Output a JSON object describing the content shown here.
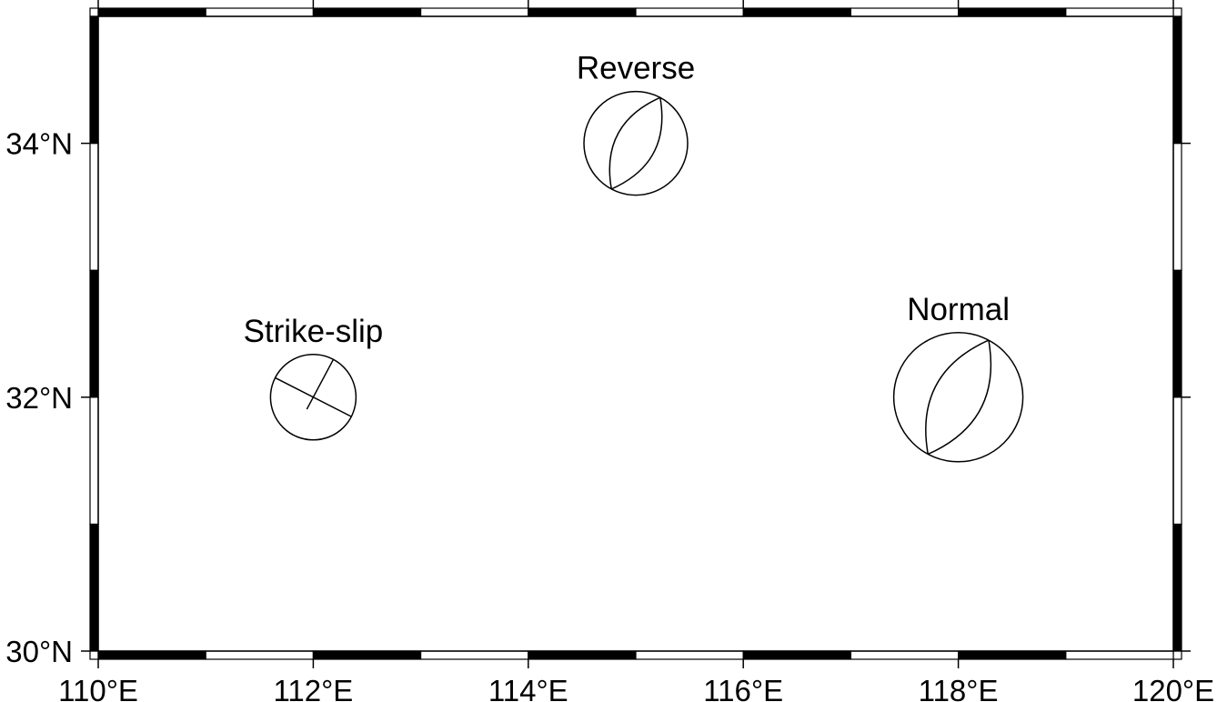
{
  "map": {
    "region": {
      "lon_min": 110,
      "lon_max": 120,
      "lat_min": 30,
      "lat_max": 35
    },
    "frame": {
      "fill_color": "#000000",
      "background": "#ffffff",
      "style": "fancy checkerboard"
    },
    "frame_interval_degrees": 1,
    "x_ticks": [
      {
        "lon": 110,
        "label": "110°E"
      },
      {
        "lon": 112,
        "label": "112°E"
      },
      {
        "lon": 114,
        "label": "114°E"
      },
      {
        "lon": 116,
        "label": "116°E"
      },
      {
        "lon": 118,
        "label": "118°E"
      },
      {
        "lon": 120,
        "label": "120°E"
      }
    ],
    "y_ticks": [
      {
        "lat": 30,
        "label": "30°N"
      },
      {
        "lat": 32,
        "label": "32°N"
      },
      {
        "lat": 34,
        "label": "34°N"
      }
    ],
    "beachballs": [
      {
        "name": "strike-slip",
        "label": "Strike-slip",
        "lon": 112,
        "lat": 32,
        "magnitude_class": "small",
        "mechanism": "strike-slip"
      },
      {
        "name": "reverse",
        "label": "Reverse",
        "lon": 115,
        "lat": 34,
        "magnitude_class": "medium",
        "mechanism": "reverse"
      },
      {
        "name": "normal",
        "label": "Normal",
        "lon": 118,
        "lat": 32,
        "magnitude_class": "large",
        "mechanism": "normal"
      }
    ]
  }
}
